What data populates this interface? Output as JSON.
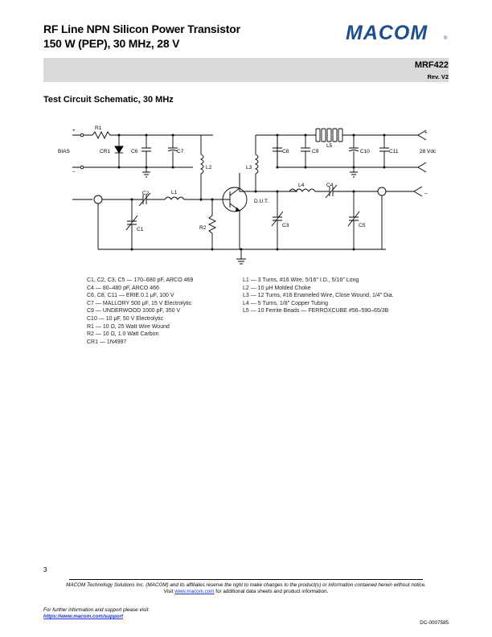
{
  "header": {
    "title_line1": "RF Line NPN Silicon Power Transistor",
    "title_line2": "150 W (PEP), 30 MHz, 28 V",
    "logo_text": "MACOM",
    "logo_mark": "®",
    "part_number": "MRF422",
    "revision": "Rev. V2"
  },
  "section_title": "Test Circuit Schematic, 30 MHz",
  "schematic": {
    "labels": {
      "r1": "R1",
      "cr1": "CR1",
      "c6": "C6",
      "c7": "C7",
      "l2": "L2",
      "bias": "BIAS",
      "plus": "+",
      "minus": "–",
      "c2": "C2",
      "l1": "L1",
      "c1": "C1",
      "r2": "R2",
      "dut": "D.U.T.",
      "l3": "L3",
      "l5": "L5",
      "c8": "C8",
      "c9": "C9",
      "c10": "C10",
      "c11": "C11",
      "vdd": "28 Vdc",
      "l4": "L4",
      "c4": "C4",
      "c3": "C3",
      "c5": "C5"
    }
  },
  "legend": {
    "left": [
      "C1, C2, C3, C5 — 170–680 pF, ARCO 469",
      "C4 — 80–480 pF, ARCO 466",
      "C6, C8, C11 — ERIE 0.1 μF, 100 V",
      "C7 — MALLORY 500 μF, 15 V Electrolytic",
      "C9 — UNDERWOOD 1000 pF, 350 V",
      "C10 — 10 μF, 50 V Electrolytic",
      "R1 — 10 Ω, 25 Watt Wire Wound",
      "R2 — 10 Ω, 1.0 Watt Carbon",
      "CR1 — 1N4997"
    ],
    "right": [
      "L1 — 3 Turns, #16 Wire, 5/16″ I.D., 5/16″ Long",
      "L2 — 10 μH Molded Choke",
      "L3 — 12 Turns, #16 Enameled Wire, Close Wound, 1/4″ Dia.",
      "L4 — 5 Turns, 1/8″ Copper Tubing",
      "L5 — 10 Ferrite Beads — FERROXCUBE #56–590–65/3B"
    ]
  },
  "footer": {
    "page_number": "3",
    "disclaimer": "MACOM Technology Solutions Inc. (MACOM) and its affiliates reserve the right to make changes to the product(s) or information contained herein without notice.",
    "visit_prefix": "Visit ",
    "visit_link": "www.macom.com",
    "visit_suffix": " for additional data sheets and product information.",
    "support_text": "For further information and support please visit:",
    "support_link": "https://www.macom.com/support",
    "doc_number": "DC-0007585"
  }
}
